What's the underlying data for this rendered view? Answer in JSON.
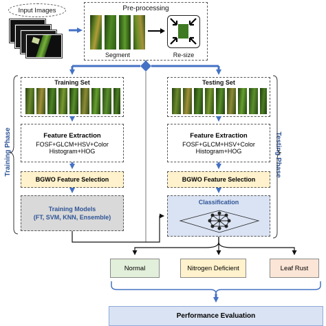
{
  "input_images": {
    "label": "Input Images"
  },
  "preprocessing": {
    "title": "Pre-processing",
    "segment_label": "Segment",
    "resize_label": "Re-size"
  },
  "training": {
    "phase_label": "Training Phase",
    "set_title": "Training Set",
    "feature_title": "Feature Extraction",
    "feature_line1": "FOSF+GLCM+HSV+Color",
    "feature_line2": "Histogram+HOG",
    "selection": "BGWO Feature Selection",
    "models_line1": "Training Models",
    "models_line2": "(FT, SVM, KNN, Ensemble)"
  },
  "testing": {
    "phase_label": "Testing Phase",
    "set_title": "Testing  Set",
    "feature_title": "Feature Extraction",
    "feature_line1": "FOSF+GLCM+HSV+Color",
    "feature_line2": "Histogram+HOG",
    "selection": "BGWO Feature Selection",
    "classification": "Classification"
  },
  "classes": {
    "normal": "Normal",
    "nitrogen": "Nitrogen Deficient",
    "rust": "Leaf Rust"
  },
  "evaluation": {
    "label": "Performance Evaluation"
  },
  "colors": {
    "arrow": "#4472c4",
    "selection_fill": "#fff2cc",
    "models_fill": "#d9d9d9",
    "classification_fill": "#dae3f3",
    "normal_fill": "#e2efda",
    "nitrogen_fill": "#fff2cc",
    "rust_fill": "#fbe5d6",
    "evaluation_fill": "#dae3f3",
    "phase_text": "#2f5597"
  },
  "icons": [
    "image-stack-icon",
    "leaf-thumbnail-icon",
    "resize-icon",
    "neural-network-icon"
  ]
}
